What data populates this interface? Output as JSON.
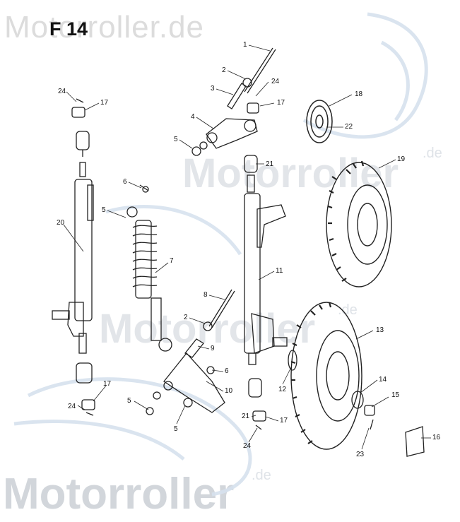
{
  "diagram_title": "F 14",
  "watermarks": {
    "top": "Motorroller.de",
    "middle1": "Motorroller",
    "middle2": "Motorroller",
    "bottom": "Motorroller",
    "de": ".de"
  },
  "colors": {
    "line": "#222222",
    "watermark": "#dde3ea",
    "watermark_scooter": "#cfdbe8"
  },
  "callouts": [
    {
      "id": "c1",
      "text": "1"
    },
    {
      "id": "c2a",
      "text": "2"
    },
    {
      "id": "c3",
      "text": "3"
    },
    {
      "id": "c24a",
      "text": "24"
    },
    {
      "id": "c17a",
      "text": "17"
    },
    {
      "id": "c18",
      "text": "18"
    },
    {
      "id": "c22",
      "text": "22"
    },
    {
      "id": "c4",
      "text": "4"
    },
    {
      "id": "c24b",
      "text": "24"
    },
    {
      "id": "c17b",
      "text": "17"
    },
    {
      "id": "c5a",
      "text": "5"
    },
    {
      "id": "c21a",
      "text": "21"
    },
    {
      "id": "c19",
      "text": "19"
    },
    {
      "id": "c6a",
      "text": "6"
    },
    {
      "id": "c5b",
      "text": "5"
    },
    {
      "id": "c20",
      "text": "20"
    },
    {
      "id": "c7",
      "text": "7"
    },
    {
      "id": "c11",
      "text": "11"
    },
    {
      "id": "c8",
      "text": "8"
    },
    {
      "id": "c2b",
      "text": "2"
    },
    {
      "id": "c9",
      "text": "9"
    },
    {
      "id": "c13",
      "text": "13"
    },
    {
      "id": "c6b",
      "text": "6"
    },
    {
      "id": "c10",
      "text": "10"
    },
    {
      "id": "c12",
      "text": "12"
    },
    {
      "id": "c14",
      "text": "14"
    },
    {
      "id": "c17c",
      "text": "17"
    },
    {
      "id": "c15",
      "text": "15"
    },
    {
      "id": "c24c",
      "text": "24"
    },
    {
      "id": "c5c",
      "text": "5"
    },
    {
      "id": "c5d",
      "text": "5"
    },
    {
      "id": "c21b",
      "text": "21"
    },
    {
      "id": "c17d",
      "text": "17"
    },
    {
      "id": "c16",
      "text": "16"
    },
    {
      "id": "c24d",
      "text": "24"
    },
    {
      "id": "c23",
      "text": "23"
    }
  ]
}
